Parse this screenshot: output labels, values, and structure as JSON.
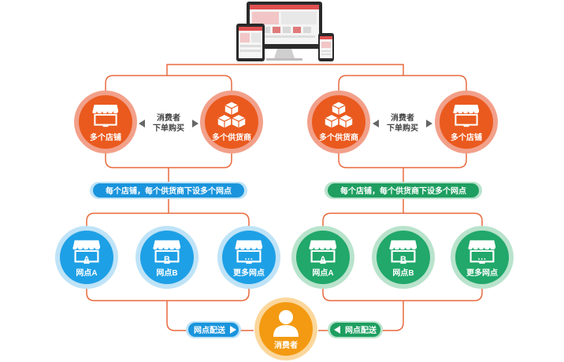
{
  "colors": {
    "orange_line": "#e86a3e",
    "orange_ring": "#f2a08a",
    "orange_fill": "#ea5a1e",
    "blue_fill": "#1ea0e6",
    "blue_ring": "#bfe3f7",
    "blue_pill": "#1a94dc",
    "green_fill": "#21a86a",
    "green_ring": "#b9e3cc",
    "green_pill": "#1e9e60",
    "consumer_fill": "#f39a12",
    "consumer_ring": "#fbd79c",
    "arrow_grey": "#666666"
  },
  "left_group": {
    "circle_left_label": "多个店铺",
    "circle_right_label": "多个供货商",
    "middle_line1": "消费者",
    "middle_line2": "下单购买",
    "banner": "每个店铺，每个供货商下设多个网点",
    "nodes": [
      {
        "letter": "A",
        "label": "网点A",
        "icon": "storefront-icon"
      },
      {
        "letter": "B",
        "label": "网点B",
        "icon": "storefront-icon"
      },
      {
        "letter": "···",
        "label": "更多网点",
        "icon": "storefront-icon"
      }
    ],
    "delivery": "网点配送"
  },
  "right_group": {
    "circle_left_label": "多个供货商",
    "circle_right_label": "多个店铺",
    "middle_line1": "消费者",
    "middle_line2": "下单购买",
    "banner": "每个店铺，每个供货商下设多个网点",
    "nodes": [
      {
        "letter": "A",
        "label": "网点A",
        "icon": "storefront-icon"
      },
      {
        "letter": "B",
        "label": "网点B",
        "icon": "storefront-icon"
      },
      {
        "letter": "···",
        "label": "更多网点",
        "icon": "storefront-icon"
      }
    ],
    "delivery": "网点配送"
  },
  "consumer": {
    "label": "消费者",
    "icon": "person-icon"
  },
  "devices_icon": "devices-icon"
}
